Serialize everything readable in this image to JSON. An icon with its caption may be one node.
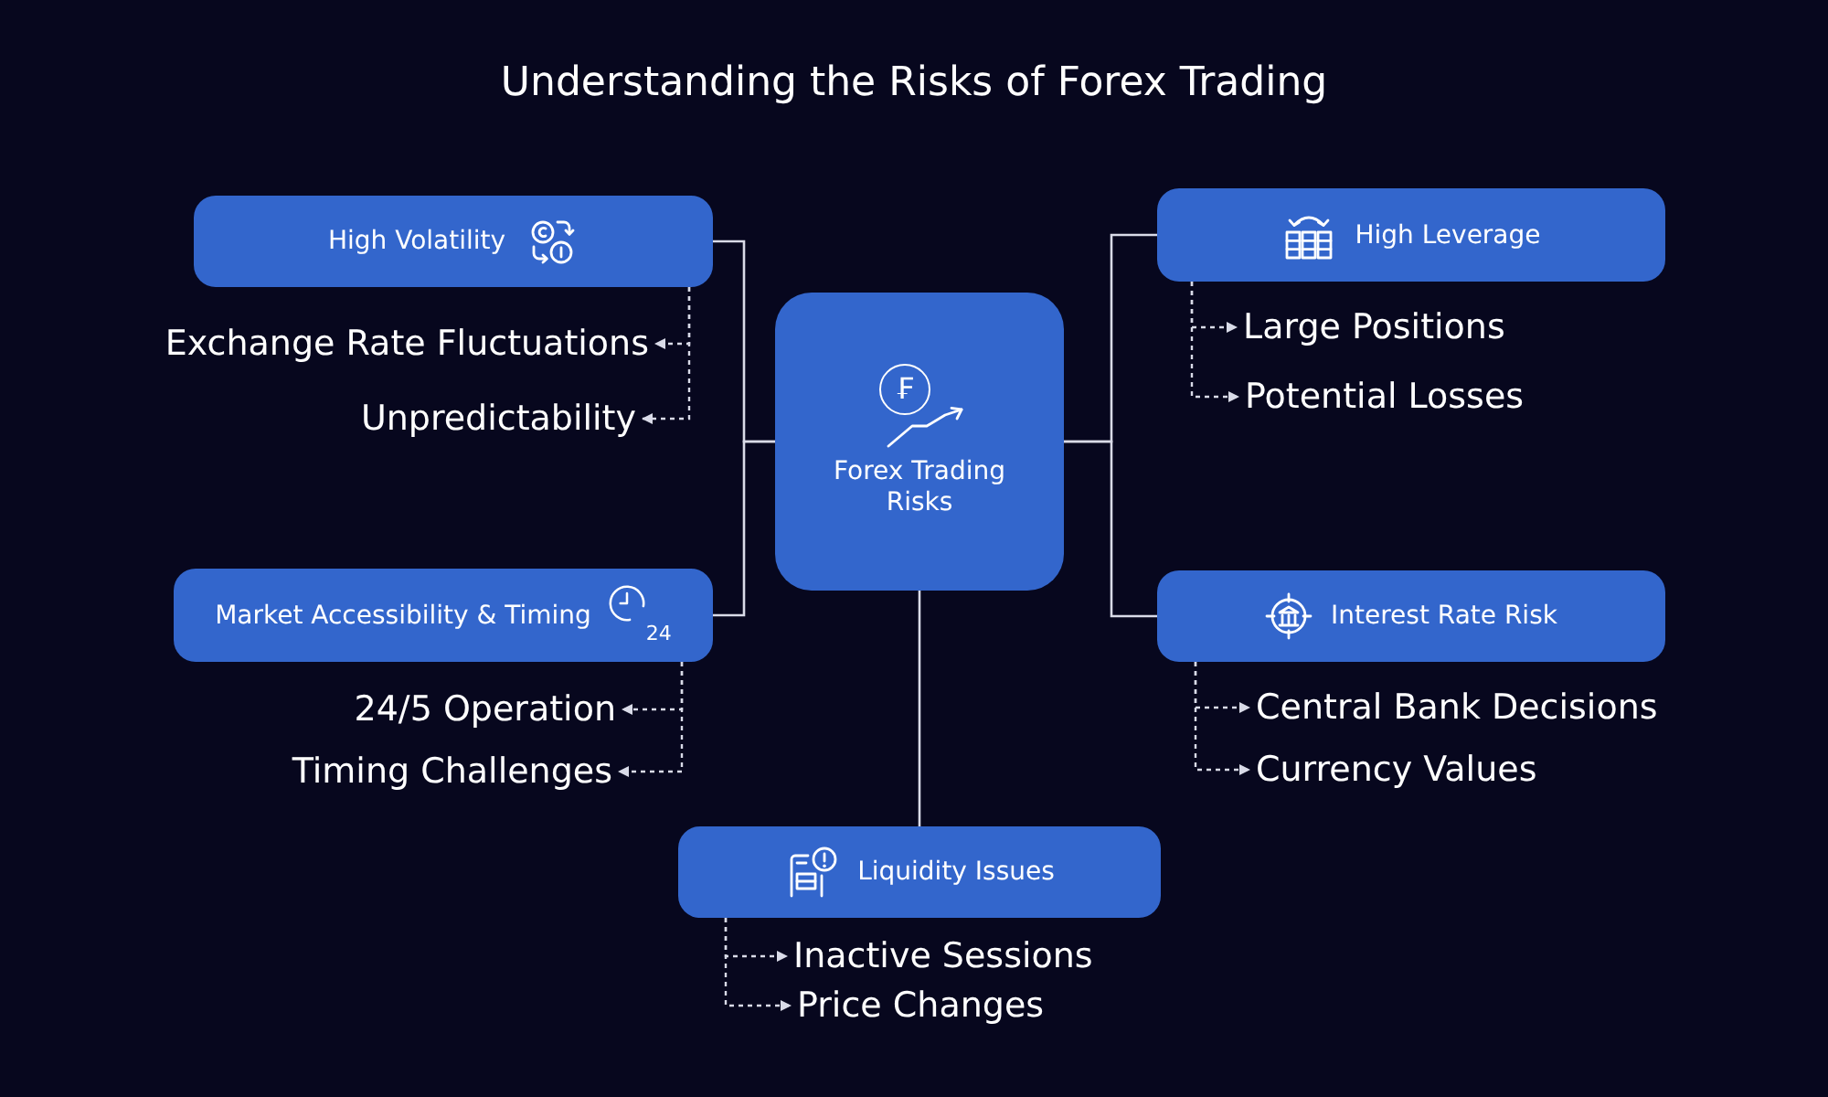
{
  "diagram": {
    "title": "Understanding the Risks of Forex Trading",
    "nodes": [
      {
        "text": [
          "Forex Trading Risks"
        ]
      },
      {
        "text": [
          "High Volatility"
        ]
      },
      {
        "text": [
          "Exchange Rate Fluctuations"
        ]
      },
      {
        "text": [
          "Unpredictability"
        ]
      },
      {
        "text": [
          "Market Accessibility & Timing"
        ]
      },
      {
        "text": [
          "24/5 Operation"
        ]
      },
      {
        "text": [
          "Timing Challenges"
        ]
      },
      {
        "text": [
          "High Leverage"
        ]
      },
      {
        "text": [
          "Large Positions"
        ]
      },
      {
        "text": [
          "Potential Losses"
        ]
      },
      {
        "text": [
          "Interest Rate Risk"
        ]
      },
      {
        "text": [
          "Central Bank Decisions"
        ]
      },
      {
        "text": [
          "Currency Values"
        ]
      },
      {
        "text": [
          "Liquidity Issues"
        ]
      },
      {
        "text": [
          "Inactive Sessions"
        ]
      },
      {
        "text": [
          "Price Changes"
        ]
      }
    ],
    "edges": [
      {
        "from": 0,
        "to": 1,
        "arrow": "none"
      },
      {
        "from": 0,
        "to": 4,
        "arrow": "none"
      },
      {
        "from": 0,
        "to": 7,
        "arrow": "none"
      },
      {
        "from": 0,
        "to": 10,
        "arrow": "none"
      },
      {
        "from": 0,
        "to": 13,
        "arrow": "none"
      },
      {
        "from": 1,
        "to": 2,
        "arrow": "to",
        "style": "dashed"
      },
      {
        "from": 1,
        "to": 3,
        "arrow": "to",
        "style": "dashed"
      },
      {
        "from": 4,
        "to": 5,
        "arrow": "to",
        "style": "dashed"
      },
      {
        "from": 4,
        "to": 6,
        "arrow": "to",
        "style": "dashed"
      },
      {
        "from": 7,
        "to": 8,
        "arrow": "to",
        "style": "dashed"
      },
      {
        "from": 7,
        "to": 9,
        "arrow": "to",
        "style": "dashed"
      },
      {
        "from": 10,
        "to": 11,
        "arrow": "to",
        "style": "dashed"
      },
      {
        "from": 10,
        "to": 12,
        "arrow": "to",
        "style": "dashed"
      },
      {
        "from": 13,
        "to": 14,
        "arrow": "to",
        "style": "dashed"
      },
      {
        "from": 13,
        "to": 15,
        "arrow": "to",
        "style": "dashed"
      }
    ],
    "labels": [
      "₣",
      "24"
    ]
  }
}
